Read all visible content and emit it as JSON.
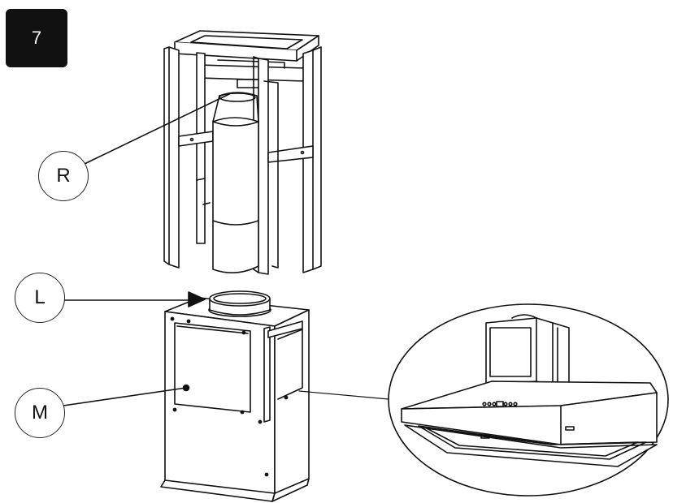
{
  "step": {
    "number": "7"
  },
  "callouts": {
    "r": "R",
    "l": "L",
    "m": "M"
  },
  "icons": [
    "upper-frame-icon",
    "chimney-duct-icon",
    "motor-housing-icon",
    "range-hood-detail-icon"
  ],
  "colors": {
    "line": "#111111",
    "badge": "#111111",
    "background": "#ffffff"
  }
}
